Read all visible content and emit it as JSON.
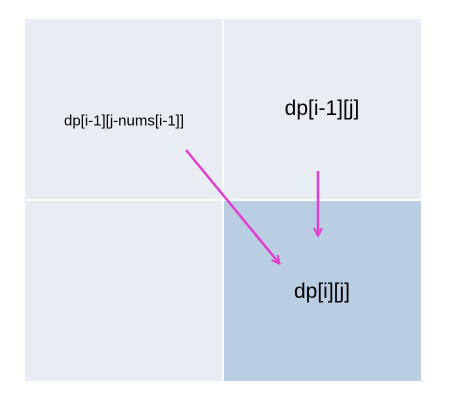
{
  "grid": {
    "top_left": {
      "label": "dp[i-1][j-nums[i-1]]"
    },
    "top_right": {
      "label": "dp[i-1][j]"
    },
    "bottom_left": {
      "label": ""
    },
    "bottom_right": {
      "label": "dp[i][j]",
      "highlighted": true
    }
  },
  "colors": {
    "cell_fill": "#e8edf4",
    "highlight_fill": "#b9cde3",
    "arrow": "#e23fcf"
  },
  "arrows": [
    {
      "from": "top_left",
      "to": "bottom_right"
    },
    {
      "from": "top_right",
      "to": "bottom_right"
    }
  ]
}
